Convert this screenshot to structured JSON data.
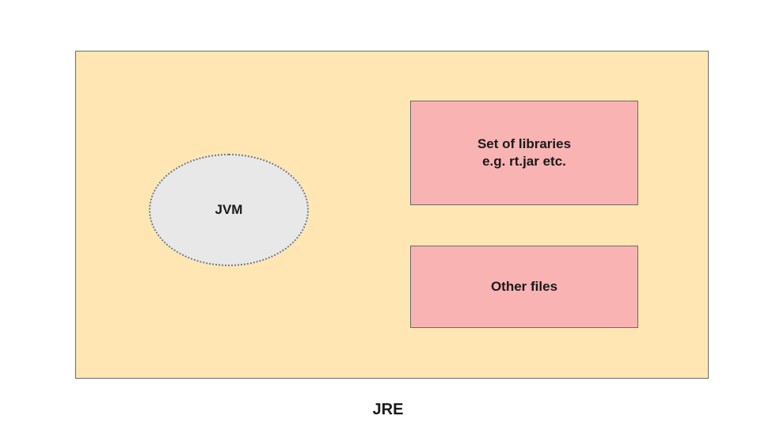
{
  "diagram": {
    "container": {
      "label": "JRE"
    },
    "jvm": {
      "label": "JVM"
    },
    "libraries": {
      "line1": "Set of libraries",
      "line2": "e.g. rt.jar etc."
    },
    "other_files": {
      "label": "Other files"
    }
  },
  "colors": {
    "container_fill": "#ffe6b3",
    "jvm_fill": "#e8e8e8",
    "box_fill": "#f9b3b3",
    "border": "#6b6b6b"
  }
}
